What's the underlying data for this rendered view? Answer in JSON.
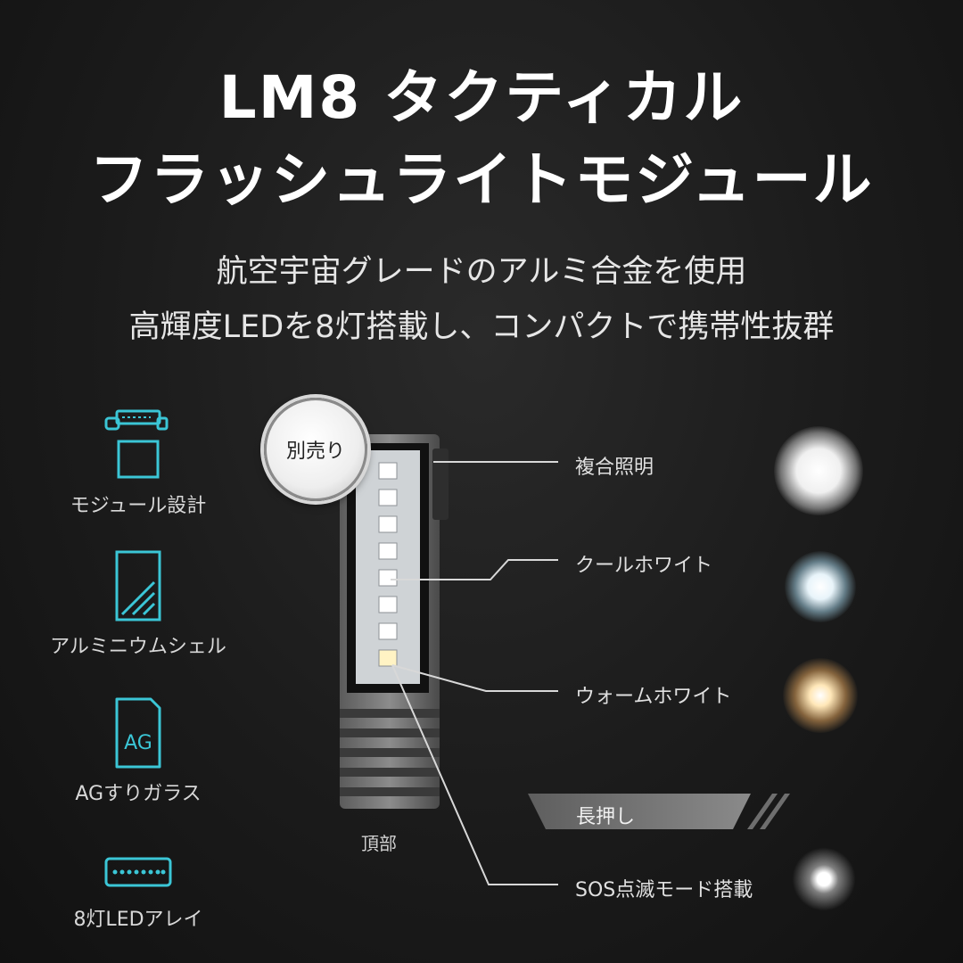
{
  "title": {
    "line1": "LM8 タクティカル",
    "line2": "フラッシュライトモジュール"
  },
  "subtitle": {
    "line1": "航空宇宙グレードのアルミ合金を使用",
    "line2": "高輝度LEDを8灯搭載し、コンパクトで携帯性抜群"
  },
  "features": [
    {
      "label": "モジュール設計",
      "icon": "modular-icon"
    },
    {
      "label": "アルミニウムシェル",
      "icon": "aluminum-shell-icon"
    },
    {
      "label": "AGすりガラス",
      "icon": "ag-glass-icon",
      "icon_text": "AG"
    },
    {
      "label": "8灯LEDアレイ",
      "icon": "led-array-icon"
    }
  ],
  "badge": "別売り",
  "device_label": "頂部",
  "callouts": {
    "composite": "複合照明",
    "cool": "クールホワイト",
    "warm": "ウォームホワイト",
    "long_press": "長押し",
    "sos": "SOS点滅モード搭載"
  },
  "colors": {
    "accent": "#3bc6d6",
    "background": "#1b1b1b",
    "warm_glow": "#f2c27a",
    "cool_glow": "#cfe6f2"
  }
}
